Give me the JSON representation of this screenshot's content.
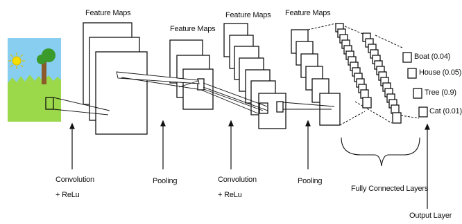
{
  "header_labels": {
    "fm1": "Feature Maps",
    "fm2": "Feature Maps",
    "fm3": "Feature Maps",
    "fm4": "Feature Maps"
  },
  "outputs": [
    {
      "label": "Boat (0.04)"
    },
    {
      "label": "House (0.05)"
    },
    {
      "label": "Tree (0.9)"
    },
    {
      "label": "Cat (0.01)"
    }
  ],
  "stage_labels": {
    "conv1_line1": "Convolution",
    "conv1_line2": "+ ReLu",
    "pool1": "Pooling",
    "conv2_line1": "Convolution",
    "conv2_line2": "+ ReLu",
    "pool2": "Pooling",
    "fc": "Fully Connected Layers",
    "output": "Output Layer"
  },
  "colors": {
    "sky": "#87cef0",
    "grass": "#9bd84a",
    "sun": "#f7e000",
    "trunk": "#8a5a2b",
    "leaves": "#3a9a2a",
    "line": "#111111"
  }
}
